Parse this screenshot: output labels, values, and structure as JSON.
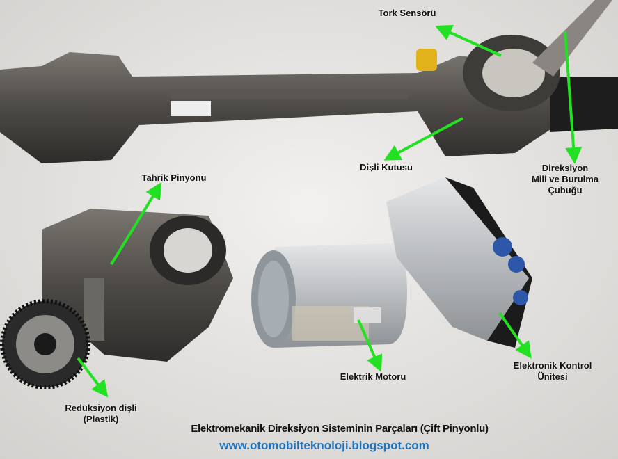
{
  "labels": {
    "torque_sensor": "Tork Sensörü",
    "gearbox": "Dişli Kutusu",
    "steering_shaft": [
      "Direksiyon",
      "Mili ve Burulma",
      "Çubuğu"
    ],
    "drive_pinion": "Tahrik Pinyonu",
    "electric_motor": "Elektrik Motoru",
    "ecu": [
      "Elektronik Kontrol",
      "Ünitesi"
    ],
    "reduction_gear": [
      "Redüksiyon dişli",
      "(Plastik)"
    ]
  },
  "caption": {
    "title": "Elektromekanik Direksiyon Sisteminin Parçaları (Çift Pinyonlu)",
    "url": "www.otomobilteknoloji.blogspot.com"
  },
  "colors": {
    "arrow": "#22e022",
    "url": "#1e73be",
    "background": "#e6e4e2"
  }
}
